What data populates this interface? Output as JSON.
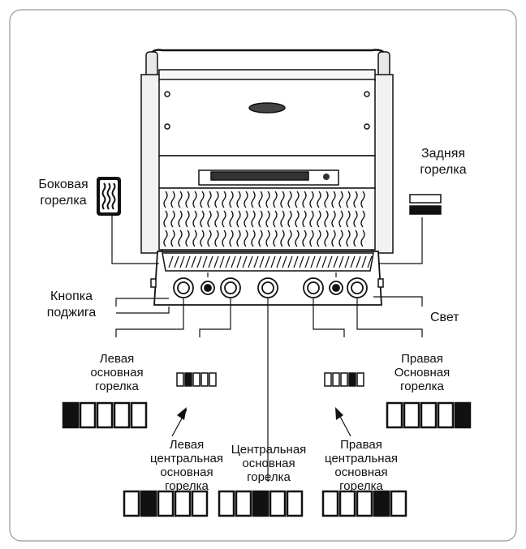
{
  "labels": {
    "side_burner": "Боковая горелка",
    "rear_burner": "Задняя горелка",
    "ignition_button": "Кнопка поджига",
    "light": "Свет",
    "left_main_burner": "Левая основная горелка",
    "right_main_burner": "Правая Основная горелка",
    "left_center_main_burner": "Левая центральная основная горелка",
    "center_main_burner": "Центральная основная горелка",
    "right_center_main_burner": "Правая центральная основная горелка"
  },
  "indicator_groups": [
    {
      "name": "left-main",
      "active": 1
    },
    {
      "name": "left-center-main",
      "active": 2
    },
    {
      "name": "center-main",
      "active": 3
    },
    {
      "name": "right-center-main",
      "active": 4
    },
    {
      "name": "right-main",
      "active": 5
    },
    {
      "name": "small-left-cluster",
      "active": 2
    },
    {
      "name": "small-right-cluster",
      "active": 4
    }
  ],
  "colors": {
    "line": "#111111",
    "panel": "#ffffff",
    "frame": "#999999"
  }
}
